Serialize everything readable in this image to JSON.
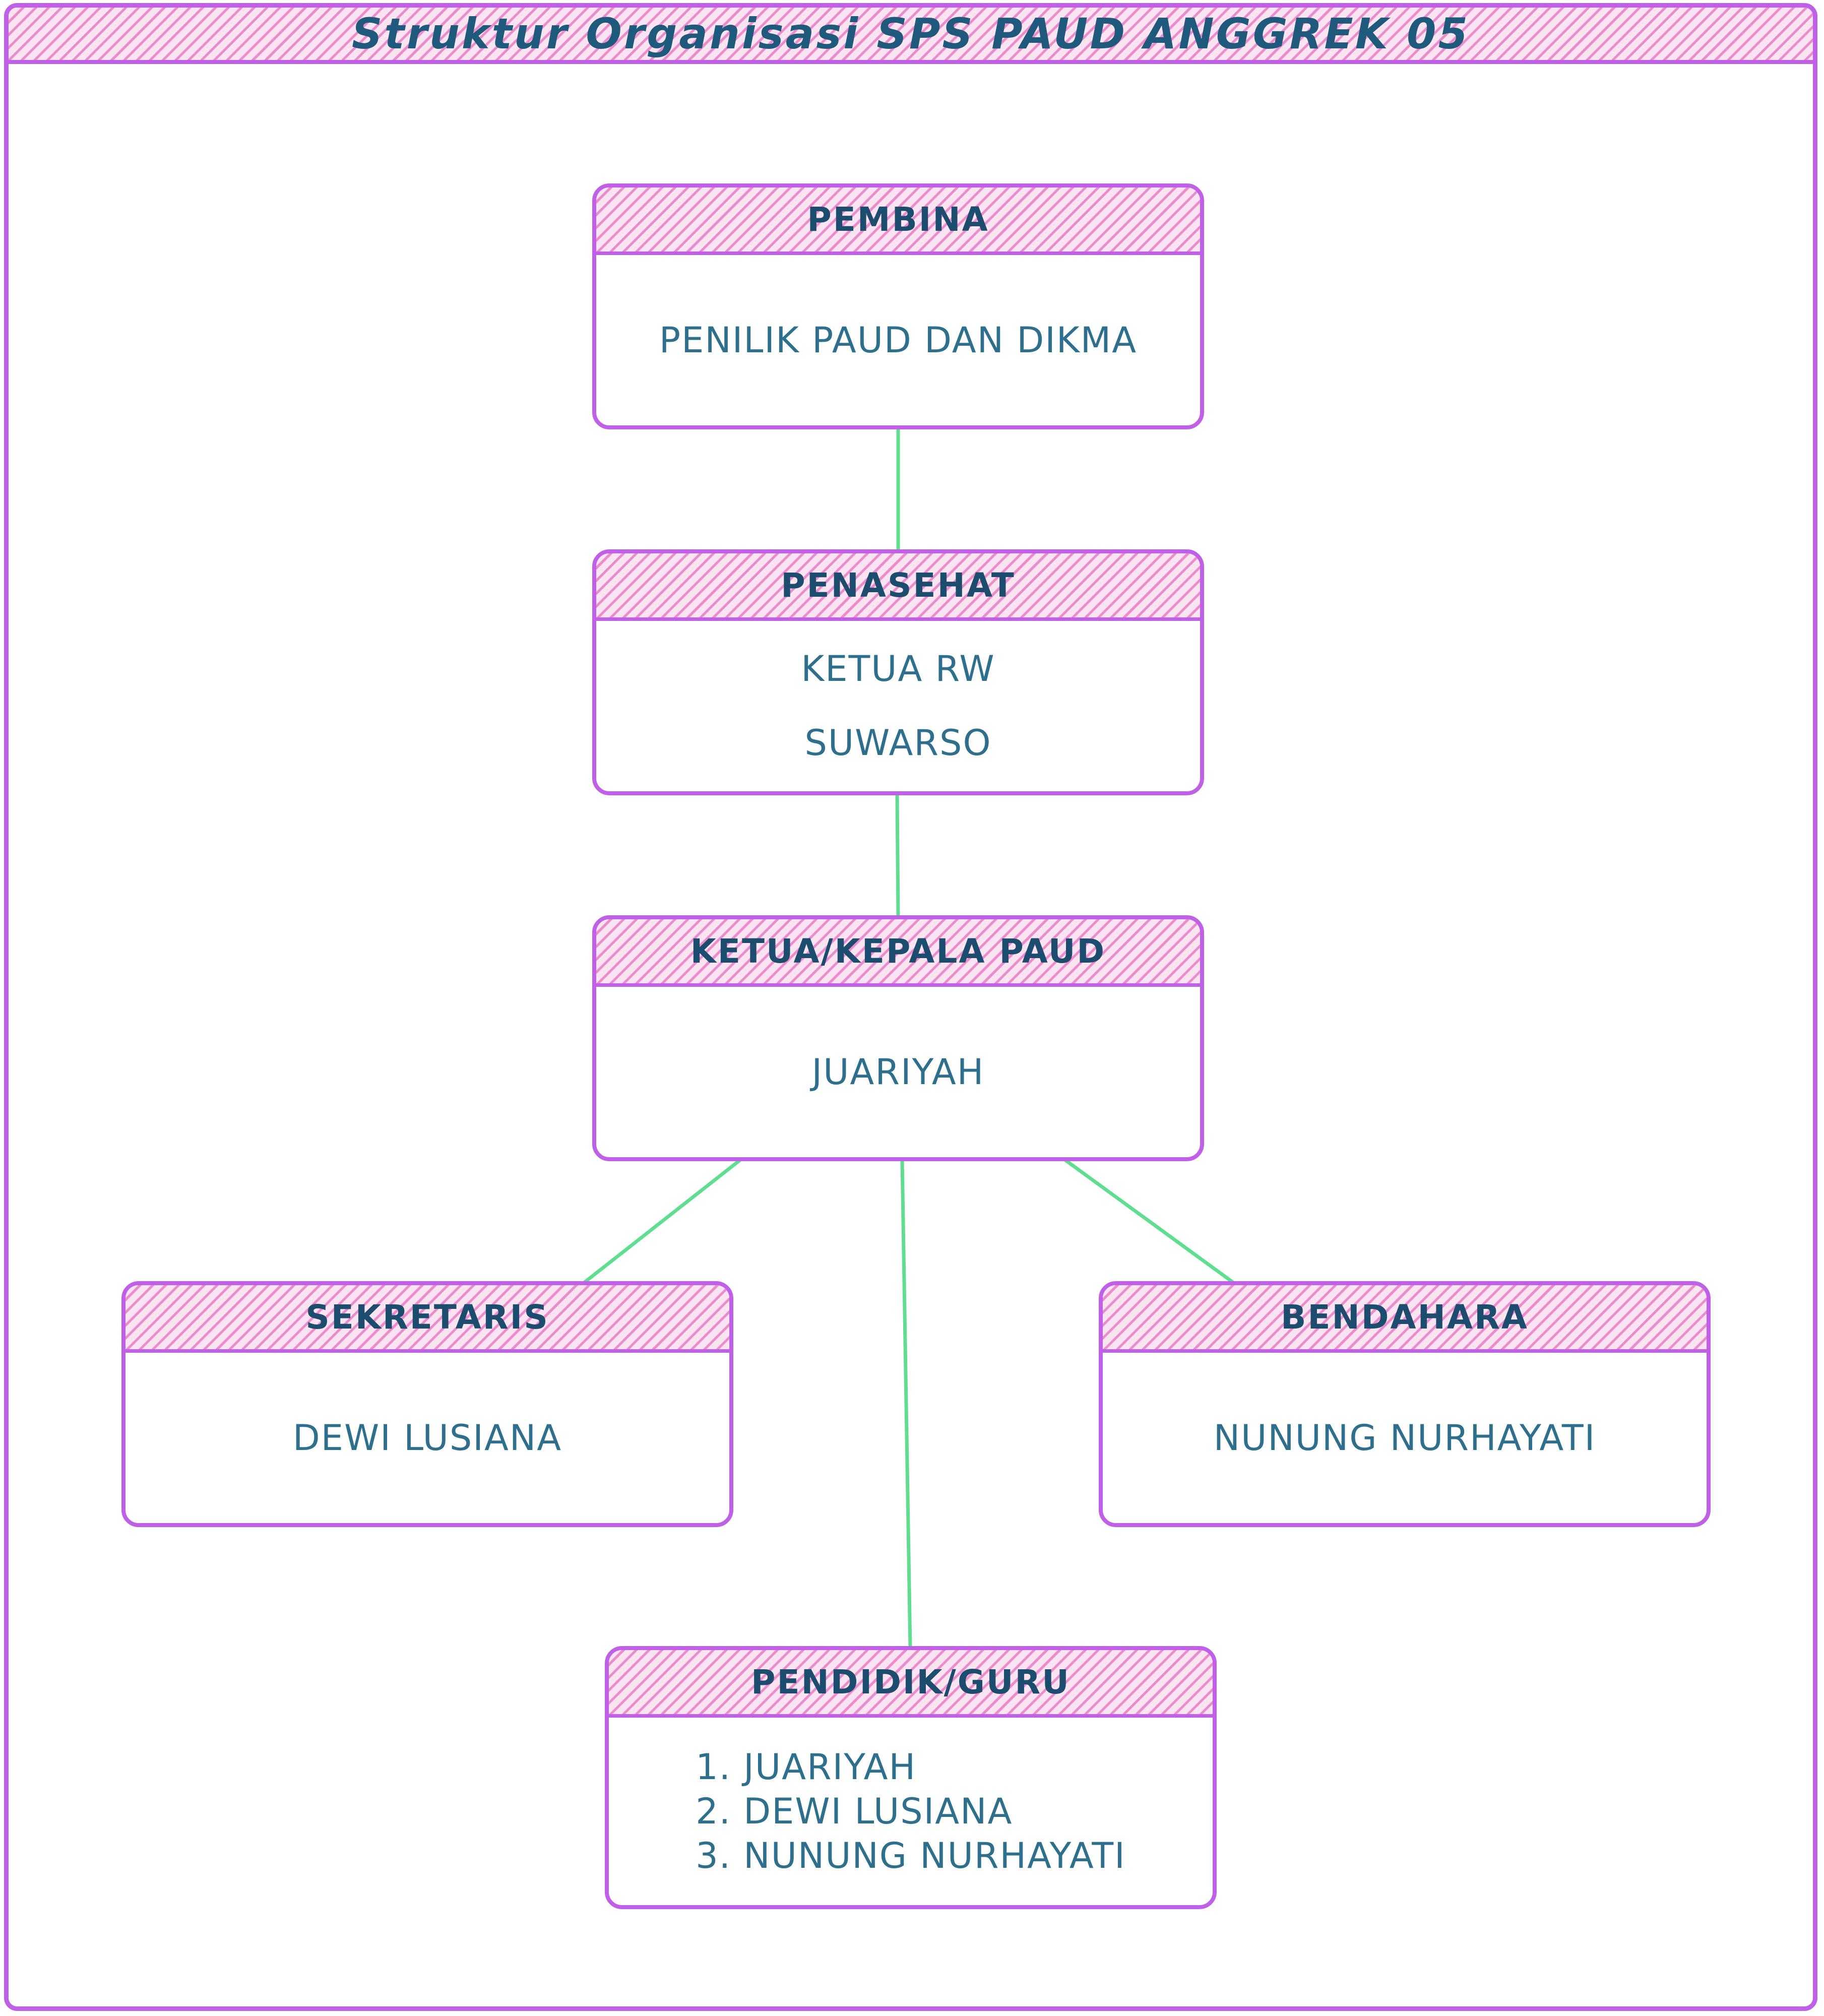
{
  "title": "Struktur Organisasi SPS PAUD ANGGREK 05",
  "colors": {
    "frame_border": "#c060e6",
    "header_hatch": "#ec8ccc",
    "connector": "#5ede8e",
    "title_text": "#1f5a7c",
    "body_text": "#2e6f8e"
  },
  "boxes": {
    "pembina": {
      "title": "PEMBINA",
      "lines": [
        "PENILIK PAUD DAN DIKMA"
      ]
    },
    "penasehat": {
      "title": "PENASEHAT",
      "lines": [
        "KETUA RW",
        "SUWARSO"
      ]
    },
    "ketua": {
      "title": "KETUA/KEPALA PAUD",
      "lines": [
        "JUARIYAH"
      ]
    },
    "sekretaris": {
      "title": "SEKRETARIS",
      "lines": [
        "DEWI LUSIANA"
      ]
    },
    "bendahara": {
      "title": "BENDAHARA",
      "lines": [
        "NUNUNG NURHAYATI"
      ]
    },
    "pendidik": {
      "title": "PENDIDIK/GURU",
      "items": [
        "1. JUARIYAH",
        "2. DEWI LUSIANA",
        "3. NUNUNG NURHAYATI"
      ]
    }
  }
}
